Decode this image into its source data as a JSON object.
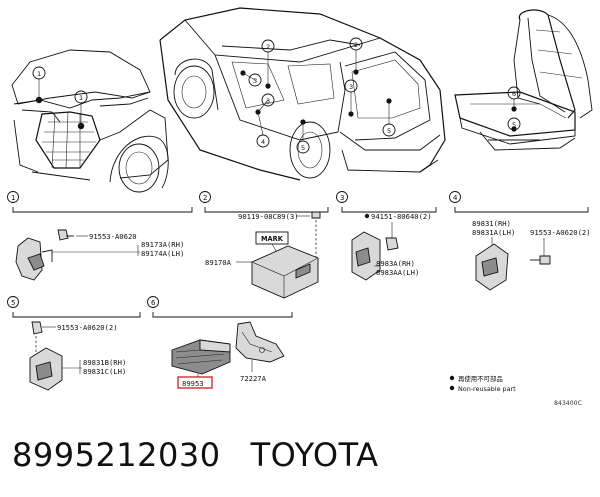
{
  "overview": {
    "callouts": [
      "1",
      "2",
      "3",
      "3",
      "4",
      "5",
      "5",
      "6"
    ]
  },
  "sections": [
    {
      "number": "1",
      "parts": [
        "91553-A0620",
        "89173A(RH)",
        "89174A(LH)"
      ]
    },
    {
      "number": "2",
      "parts": [
        "90119-08C89(3)",
        "89170A"
      ],
      "mark_label": "MARK"
    },
    {
      "number": "3",
      "parts": [
        "94151-80640(2)",
        "8983A(RH)",
        "8983AA(LH)"
      ],
      "nonreusable": true
    },
    {
      "number": "4",
      "parts": [
        "89831(RH)",
        "89831A(LH)",
        "91553-A0620(2)"
      ]
    },
    {
      "number": "5",
      "parts": [
        "91553-A0620(2)",
        "89831B(RH)",
        "89831C(LH)"
      ]
    },
    {
      "number": "6",
      "parts": [
        "89953",
        "72227A"
      ],
      "highlighted_part": "89953"
    }
  ],
  "legend": [
    {
      "symbol": "●",
      "text": "再使用不可部品"
    },
    {
      "symbol": "●",
      "text": "Non-reusable part"
    }
  ],
  "figure_code": "843400C",
  "caption": {
    "part_number": "8995212030",
    "brand": "TOYOTA"
  },
  "colors": {
    "highlight_box": "#d32f2f",
    "line": "#111111"
  }
}
